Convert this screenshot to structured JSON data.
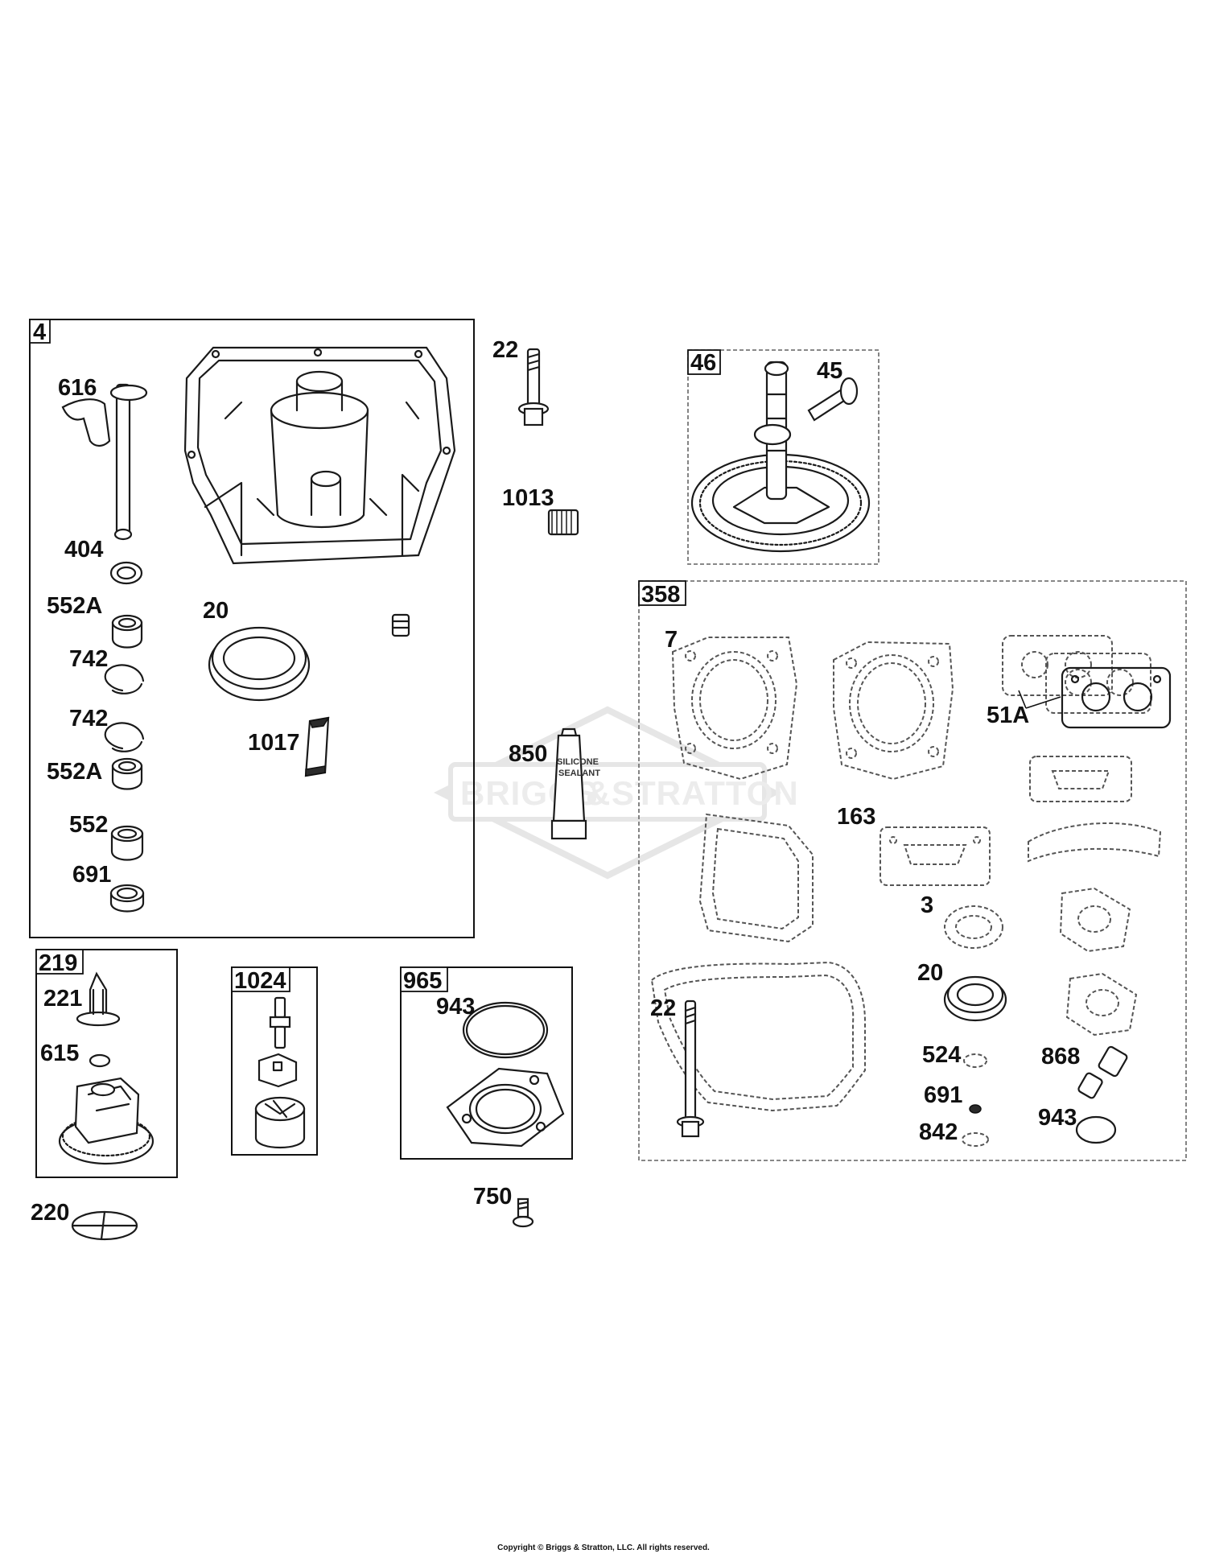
{
  "watermark": {
    "brand_left": "BRIGGS",
    "amp": "&",
    "brand_right": "STRATTON"
  },
  "copyright": "Copyright © Briggs & Stratton, LLC. All rights reserved.",
  "groups": {
    "g4": "4",
    "g46": "46",
    "g358": "358",
    "g219": "219",
    "g1024": "1024",
    "g965": "965"
  },
  "callouts": {
    "c616": "616",
    "c404": "404",
    "c552a_1": "552A",
    "c742_1": "742",
    "c742_2": "742",
    "c552a_2": "552A",
    "c552": "552",
    "c691_1": "691",
    "c20_1": "20",
    "c1017": "1017",
    "c22_1": "22",
    "c1013": "1013",
    "c850": "850",
    "c45": "45",
    "c7": "7",
    "c51a": "51A",
    "c163": "163",
    "c3": "3",
    "c20_2": "20",
    "c524": "524",
    "c691_2": "691",
    "c842": "842",
    "c868": "868",
    "c943_2": "943",
    "c22_2": "22",
    "c221": "221",
    "c615": "615",
    "c220": "220",
    "c943_1": "943",
    "c750": "750"
  },
  "tube_label": {
    "line1": "SILICONE",
    "line2": "SEALANT"
  }
}
